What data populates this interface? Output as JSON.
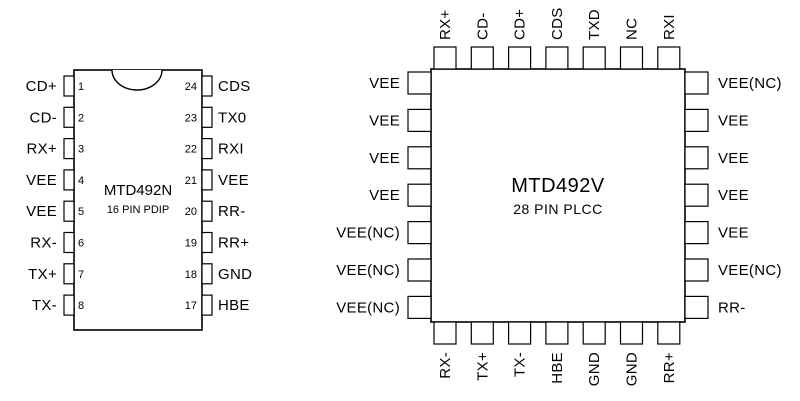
{
  "pdip": {
    "name": "MTD492N",
    "package": "16 PIN PDIP",
    "left_pins": [
      {
        "num": "1",
        "label": "CD+"
      },
      {
        "num": "2",
        "label": "CD-"
      },
      {
        "num": "3",
        "label": "RX+"
      },
      {
        "num": "4",
        "label": "VEE"
      },
      {
        "num": "5",
        "label": "VEE"
      },
      {
        "num": "6",
        "label": "RX-"
      },
      {
        "num": "7",
        "label": "TX+"
      },
      {
        "num": "8",
        "label": "TX-"
      }
    ],
    "right_pins": [
      {
        "num": "24",
        "label": "CDS"
      },
      {
        "num": "23",
        "label": "TX0"
      },
      {
        "num": "22",
        "label": "RXI"
      },
      {
        "num": "21",
        "label": "VEE"
      },
      {
        "num": "20",
        "label": "RR-"
      },
      {
        "num": "19",
        "label": "RR+"
      },
      {
        "num": "18",
        "label": "GND"
      },
      {
        "num": "17",
        "label": "HBE"
      }
    ]
  },
  "plcc": {
    "name": "MTD492V",
    "package": "28 PIN PLCC",
    "top_pins": [
      "RX+",
      "CD-",
      "CD+",
      "CDS",
      "TXD",
      "NC",
      "RXI"
    ],
    "bottom_pins": [
      "RX-",
      "TX+",
      "TX-",
      "HBE",
      "GND",
      "GND",
      "RR+"
    ],
    "left_pins": [
      "VEE",
      "VEE",
      "VEE",
      "VEE",
      "VEE(NC)",
      "VEE(NC)",
      "VEE(NC)"
    ],
    "right_pins": [
      "VEE(NC)",
      "VEE",
      "VEE",
      "VEE",
      "VEE",
      "VEE(NC)",
      "RR-"
    ]
  }
}
